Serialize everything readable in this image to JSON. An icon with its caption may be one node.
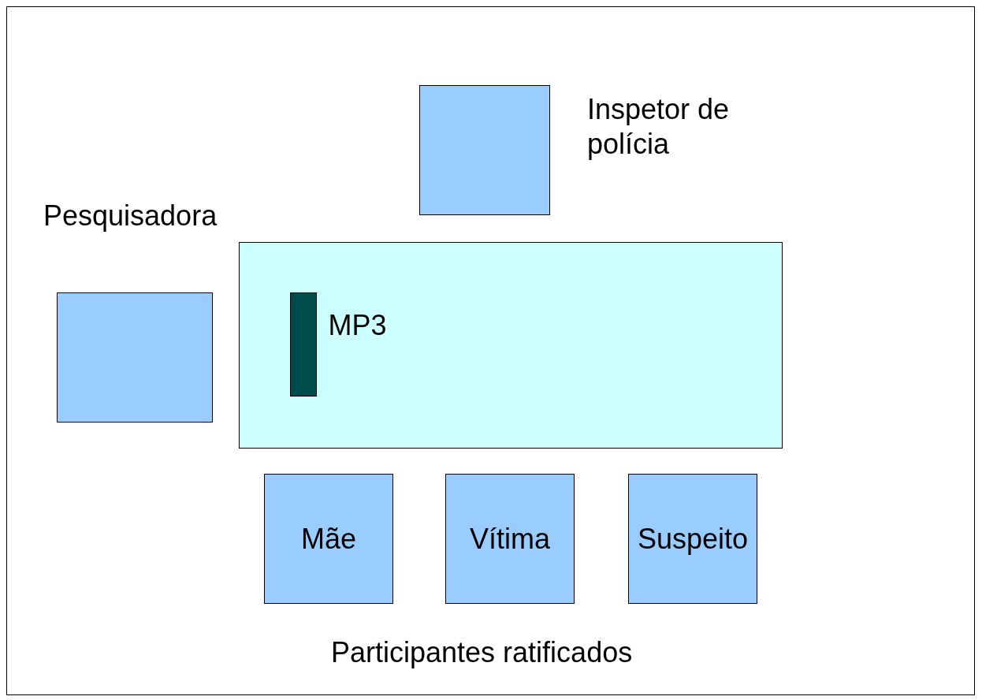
{
  "diagram": {
    "nodes": [
      {
        "text": [
          "Inspetor de polícia"
        ]
      },
      {
        "text": [
          "Pesquisadora"
        ]
      },
      {
        "text": [],
        "shape": "box"
      },
      {
        "text": [],
        "shape": "bar",
        "in": 2,
        "beside": [
          "MP3"
        ]
      },
      {
        "text": [
          "Mãe"
        ]
      },
      {
        "text": [
          "Vítima"
        ]
      },
      {
        "text": [
          "Suspeito"
        ]
      }
    ],
    "labels": [
      "Participantes ratificados"
    ]
  }
}
